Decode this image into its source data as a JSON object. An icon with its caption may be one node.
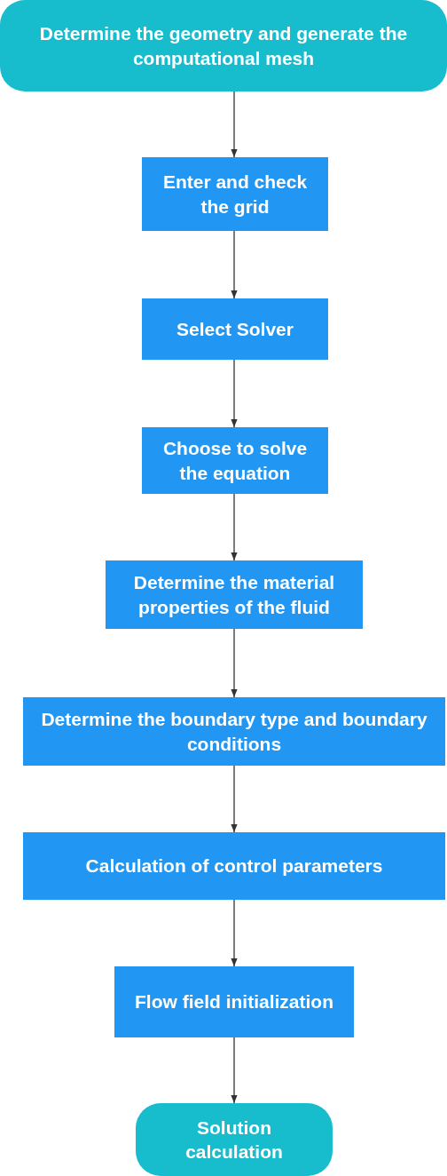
{
  "diagram": {
    "nodes": [
      {
        "text": [
          "Determine the geometry and generate the computational mesh"
        ]
      },
      {
        "text": [
          "Enter and check the grid"
        ]
      },
      {
        "text": [
          "Select Solver"
        ]
      },
      {
        "text": [
          "Choose to solve the equation"
        ]
      },
      {
        "text": [
          "Determine the material properties of the fluid"
        ]
      },
      {
        "text": [
          "Determine the boundary type and boundary conditions"
        ]
      },
      {
        "text": [
          "Calculation of control parameters"
        ]
      },
      {
        "text": [
          "Flow field initialization"
        ]
      },
      {
        "text": [
          "Solution calculation"
        ]
      }
    ],
    "edges": [
      {
        "from": 0,
        "to": 1,
        "arrow": "to"
      },
      {
        "from": 1,
        "to": 2,
        "arrow": "to"
      },
      {
        "from": 2,
        "to": 3,
        "arrow": "to"
      },
      {
        "from": 3,
        "to": 4,
        "arrow": "to"
      },
      {
        "from": 4,
        "to": 5,
        "arrow": "to"
      },
      {
        "from": 5,
        "to": 6,
        "arrow": "to"
      },
      {
        "from": 6,
        "to": 7,
        "arrow": "to"
      },
      {
        "from": 7,
        "to": 8,
        "arrow": "to"
      }
    ]
  }
}
